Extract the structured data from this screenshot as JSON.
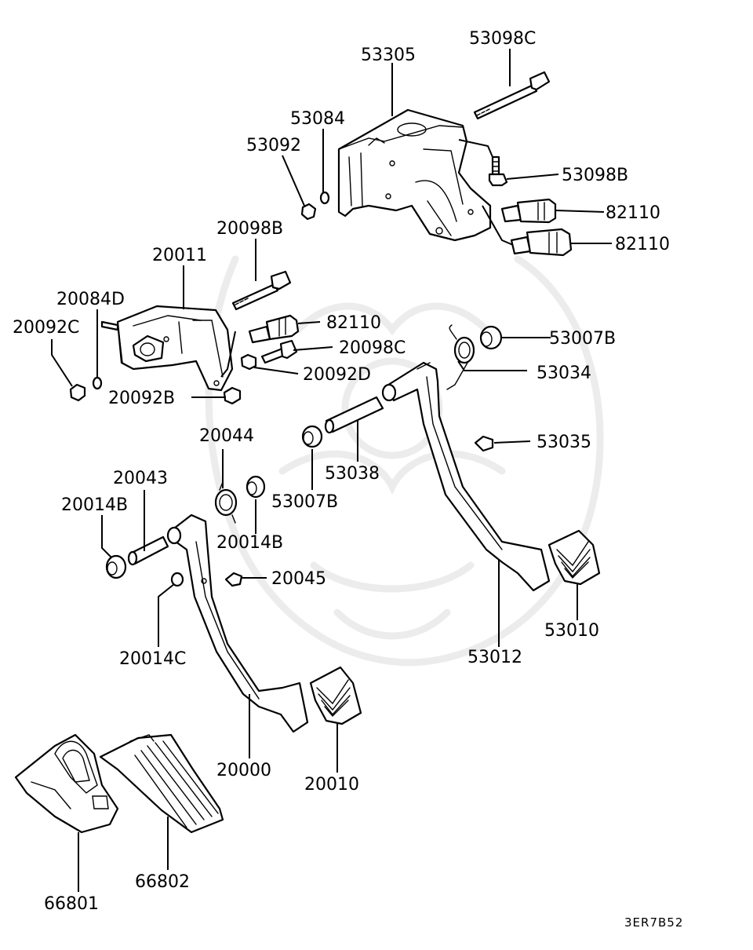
{
  "diagram_code": "3ER7B52",
  "parts": [
    {
      "id": "p53098C",
      "label": "53098C"
    },
    {
      "id": "p53305",
      "label": "53305"
    },
    {
      "id": "p53084",
      "label": "53084"
    },
    {
      "id": "p53092",
      "label": "53092"
    },
    {
      "id": "p53098B",
      "label": "53098B"
    },
    {
      "id": "p82110a",
      "label": "82110"
    },
    {
      "id": "p82110b",
      "label": "82110"
    },
    {
      "id": "p20098B",
      "label": "20098B"
    },
    {
      "id": "p20011",
      "label": "20011"
    },
    {
      "id": "p20084D",
      "label": "20084D"
    },
    {
      "id": "p20092C",
      "label": "20092C"
    },
    {
      "id": "p82110c",
      "label": "82110"
    },
    {
      "id": "p20098C",
      "label": "20098C"
    },
    {
      "id": "p53007Ba",
      "label": "53007B"
    },
    {
      "id": "p20092D",
      "label": "20092D"
    },
    {
      "id": "p53034",
      "label": "53034"
    },
    {
      "id": "p20092B",
      "label": "20092B"
    },
    {
      "id": "p20044",
      "label": "20044"
    },
    {
      "id": "p53035",
      "label": "53035"
    },
    {
      "id": "p53038",
      "label": "53038"
    },
    {
      "id": "p20043",
      "label": "20043"
    },
    {
      "id": "p53007Bb",
      "label": "53007B"
    },
    {
      "id": "p20014Ba",
      "label": "20014B"
    },
    {
      "id": "p20014Bb",
      "label": "20014B"
    },
    {
      "id": "p20045",
      "label": "20045"
    },
    {
      "id": "p53010",
      "label": "53010"
    },
    {
      "id": "p20014C",
      "label": "20014C"
    },
    {
      "id": "p53012",
      "label": "53012"
    },
    {
      "id": "p20000",
      "label": "20000"
    },
    {
      "id": "p20010",
      "label": "20010"
    },
    {
      "id": "p66802",
      "label": "66802"
    },
    {
      "id": "p66801",
      "label": "66801"
    }
  ]
}
